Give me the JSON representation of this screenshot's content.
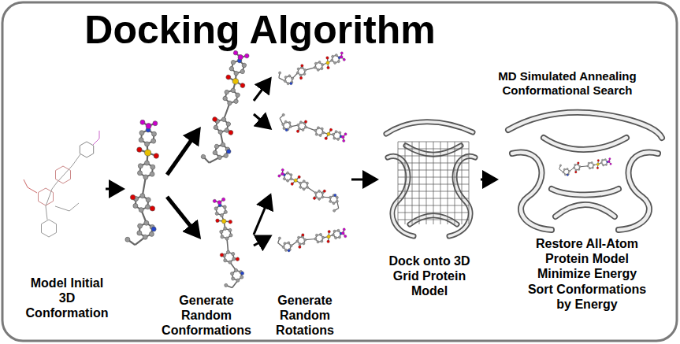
{
  "diagram": {
    "title": "Docking Algorithm",
    "labels": [
      "MD Simulated Annealing Conformational Search",
      "Model Initial 3D Conformation",
      "Generate Random Conformations",
      "Generate Random Rotations",
      "Dock onto 3D Grid Protein Model",
      "Restore All-Atom Protein Model",
      "Minimize Energy",
      "Sort Conformations by Energy"
    ]
  }
}
